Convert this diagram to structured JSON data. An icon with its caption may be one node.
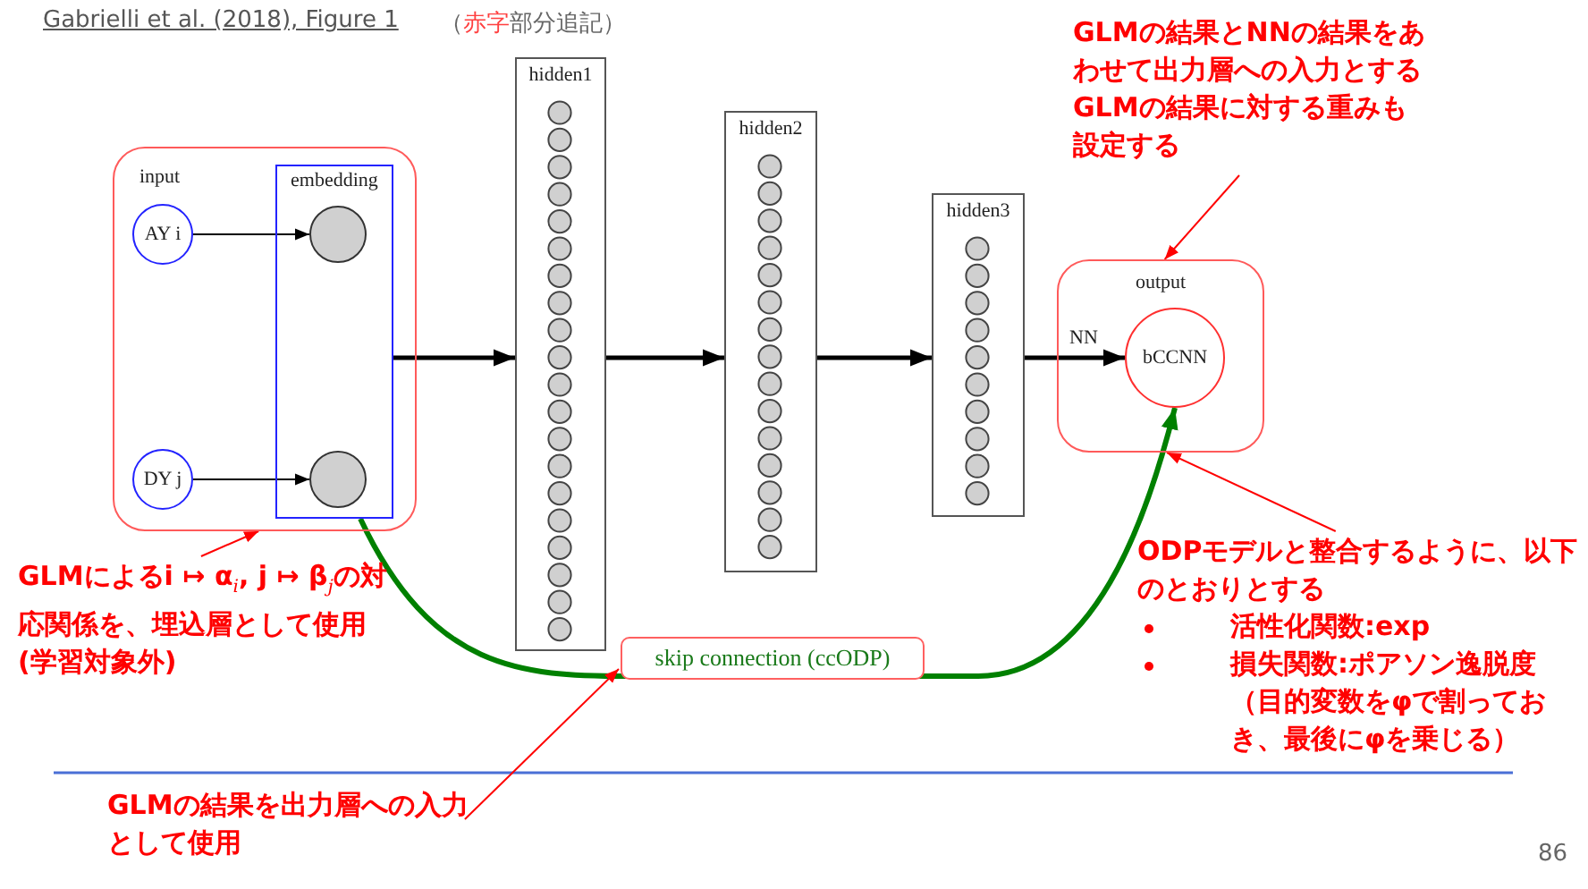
{
  "diagram": {
    "title": "Gabrielli et al. (2018), Figure 1",
    "nodes": [
      {
        "text": [
          "input"
        ]
      },
      {
        "text": [
          "embedding"
        ],
        "in": 0
      },
      {
        "text": [
          "AY i"
        ],
        "in": 0
      },
      {
        "text": [
          "DY j"
        ],
        "in": 0
      },
      {
        "text": [],
        "shape": "circle",
        "in": 1
      },
      {
        "text": [],
        "shape": "circle",
        "in": 1
      },
      {
        "text": [
          "hidden1"
        ]
      },
      {
        "text": [
          "hidden2"
        ]
      },
      {
        "text": [
          "hidden3"
        ]
      },
      {
        "text": [
          "output"
        ]
      },
      {
        "text": [
          "bCCNN"
        ],
        "in": 9
      },
      {
        "text": [
          "skip connection (ccODP)"
        ]
      },
      {
        "text": [
          "GLMの結果とNNの結果をあわせて出力層への入力とする",
          "GLMの結果に対する重みも設定する"
        ]
      },
      {
        "text": [
          "GLMによるi ↦ α$_{i}$, j ↦ β$_{j}$の対応関係を、埋込層として使用 (学習対象外)"
        ]
      },
      {
        "text": [
          "ODPモデルと整合するように、以下のとおりとする",
          "活性化関数:exp",
          "損失関数:ポアソン逸脱度（目的変数をφで割っておき、最後にφを乗じる）"
        ]
      },
      {
        "text": [
          "GLMの結果を出力層への入力として使用"
        ]
      }
    ],
    "edges": [
      {
        "from": 2,
        "to": 4,
        "arrow": "to"
      },
      {
        "from": 3,
        "to": 5,
        "arrow": "to"
      },
      {
        "from": 1,
        "to": 6,
        "arrow": "to",
        "style": "thick"
      },
      {
        "from": 6,
        "to": 7,
        "arrow": "to",
        "style": "thick"
      },
      {
        "from": 7,
        "to": 8,
        "arrow": "to",
        "style": "thick"
      },
      {
        "from": 8,
        "to": 10,
        "arrow": "to",
        "style": "thick",
        "label": "NN"
      },
      {
        "from": 1,
        "to": 10,
        "arrow": "to",
        "style": "thick",
        "color": "#008000"
      },
      {
        "from": 12,
        "to": 9,
        "arrow": "to",
        "color": "#ff0000"
      },
      {
        "from": 13,
        "to": 0,
        "arrow": "to",
        "color": "#ff0000"
      },
      {
        "from": 14,
        "to": 9,
        "arrow": "to",
        "color": "#ff0000"
      },
      {
        "from": 15,
        "to": 11,
        "arrow": "to",
        "color": "#ff0000"
      }
    ],
    "labels": [
      "（赤字部分追記）",
      "86"
    ]
  }
}
